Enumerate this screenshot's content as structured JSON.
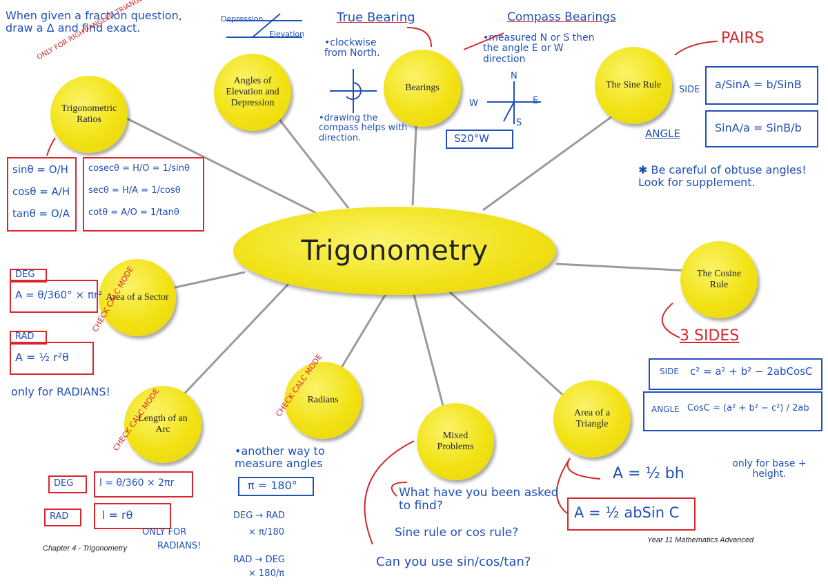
{
  "title": "Trigonometry",
  "nodes": {
    "trig_ratios": "Trigonometric Ratios",
    "elevation": "Angles of Elevation and Depression",
    "bearings": "Bearings",
    "sine_rule": "The Sine Rule",
    "cosine_rule": "The Cosine Rule",
    "sector": "Area of a Sector",
    "arc": "Length of an Arc",
    "radians": "Radians",
    "mixed": "Mixed Problems",
    "triangle": "Area of a Triangle"
  },
  "notes": {
    "fraction_q": "When given a fraction question, draw a Δ and find exact.",
    "right_angled": "ONLY FOR RIGHT-ANGLED TRIANGLES!",
    "sin": "sinθ = O/H",
    "cos": "cosθ = A/H",
    "tan": "tanθ = O/A",
    "cosec": "cosecθ = H/O = 1/sinθ",
    "sec": "secθ = H/A = 1/cosθ",
    "cot": "cotθ = A/O = 1/tanθ",
    "depression": "Depression",
    "elevation": "Elevation",
    "true_bearing": "True Bearing",
    "clockwise": "•clockwise from North.",
    "drawing_compass": "•drawing the compass helps with direction.",
    "compass_bearings": "Compass Bearings",
    "measured": "•measured N or S then the angle E or W direction",
    "s20w": "S20°W",
    "n_label": "N",
    "e_label": "E",
    "w_label": "W",
    "s_label": "S",
    "pairs": "PAIRS",
    "side": "SIDE",
    "side_formula": "a/SinA = b/SinB",
    "angle": "ANGLE",
    "angle_formula": "SinA/a = SinB/b",
    "obtuse": "✱ Be careful of obtuse angles! Look for supplement.",
    "check_calc_1": "CHECK CALC MODE",
    "deg_tag": "DEG",
    "sector_deg": "A = θ/360° × πr²",
    "rad_tag": "RAD",
    "sector_rad": "A = ½ r²θ",
    "only_radians": "only for RADIANS!",
    "check_calc_2": "CHECK CALC MODE",
    "arc_deg": "l = θ/360 × 2πr",
    "arc_rad": "l = rθ",
    "only_for": "ONLY FOR",
    "radians_excl": "RADIANS!",
    "check_calc_3": "CHECK CALC MODE",
    "another_way": "•another way to measure angles",
    "pi_180": "π = 180°",
    "deg_rad": "DEG → RAD",
    "times_pi_180": "× π/180",
    "rad_deg": "RAD → DEG",
    "times_180_pi": "× 180/π",
    "what_asked": "What have you been asked to find?",
    "sine_or_cos": "Sine rule or cos rule?",
    "can_use": "Can you use sin/cos/tan?",
    "half_bh": "A = ½ bh",
    "only_base": "only for base + height.",
    "half_absinc": "A = ½ abSin C",
    "three_sides": "3 SIDES",
    "side2": "SIDE",
    "cos_side": "c² = a² + b² − 2abCosC",
    "angle2": "ANGLE",
    "cos_angle": "CosC = (a² + b² − c²) / 2ab"
  },
  "footer": {
    "left": "Chapter 4 - Trigonometry",
    "right": "Year 11 Mathematics Advanced"
  },
  "colors": {
    "node": "#f2e214",
    "blue_ink": "#1f4fb8",
    "red_ink": "#d8262c",
    "connector": "#9a9a9a"
  }
}
